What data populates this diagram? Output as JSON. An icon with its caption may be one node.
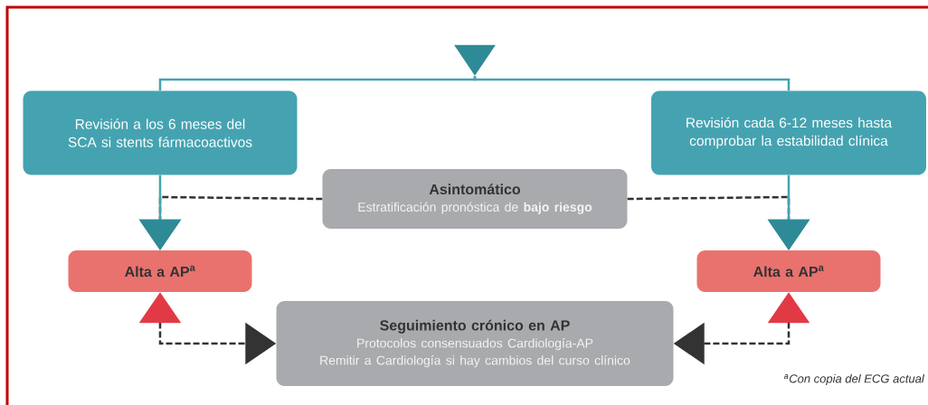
{
  "diagram": {
    "nodes": [
      {
        "text": [],
        "shape": "triangle"
      },
      {
        "text": [
          "Revisión a los 6 meses del SCA si stents fármacoactivos"
        ]
      },
      {
        "text": [
          "Revisión cada 6-12 meses hasta comprobar la estabilidad clínica"
        ]
      },
      {
        "text": [
          "Asintomático",
          "Estratificación pronóstica de **bajo riesgo**"
        ]
      },
      {
        "text": [
          "Alta a AP$^{a}$"
        ]
      },
      {
        "text": [
          "Alta a AP$^{a}$"
        ]
      },
      {
        "text": [
          "Seguimiento crónico en AP",
          "Protocolos consensuados Cardiología-AP",
          "Remitir a Cardiología si hay cambios del curso clínico"
        ]
      }
    ],
    "edges": [
      {
        "from": 0,
        "to": 1,
        "arrow": "none",
        "color": "#45a3b1"
      },
      {
        "from": 0,
        "to": 2,
        "arrow": "none",
        "color": "#45a3b1"
      },
      {
        "from": 1,
        "to": 4,
        "arrow": "to",
        "color": "#45a3b1"
      },
      {
        "from": 2,
        "to": 5,
        "arrow": "to",
        "color": "#45a3b1"
      },
      {
        "from": 3,
        "to": 4,
        "arrow": "to",
        "style": "dashed",
        "color": "#333333"
      },
      {
        "from": 3,
        "to": 5,
        "arrow": "to",
        "style": "dashed",
        "color": "#333333"
      },
      {
        "from": 4,
        "to": 6,
        "arrow": "both",
        "style": "dashed",
        "color": "#333333"
      },
      {
        "from": 5,
        "to": 6,
        "arrow": "both",
        "style": "dashed",
        "color": "#333333"
      }
    ],
    "labels": [
      "$^{a}$Con copia del ECG actual"
    ]
  }
}
